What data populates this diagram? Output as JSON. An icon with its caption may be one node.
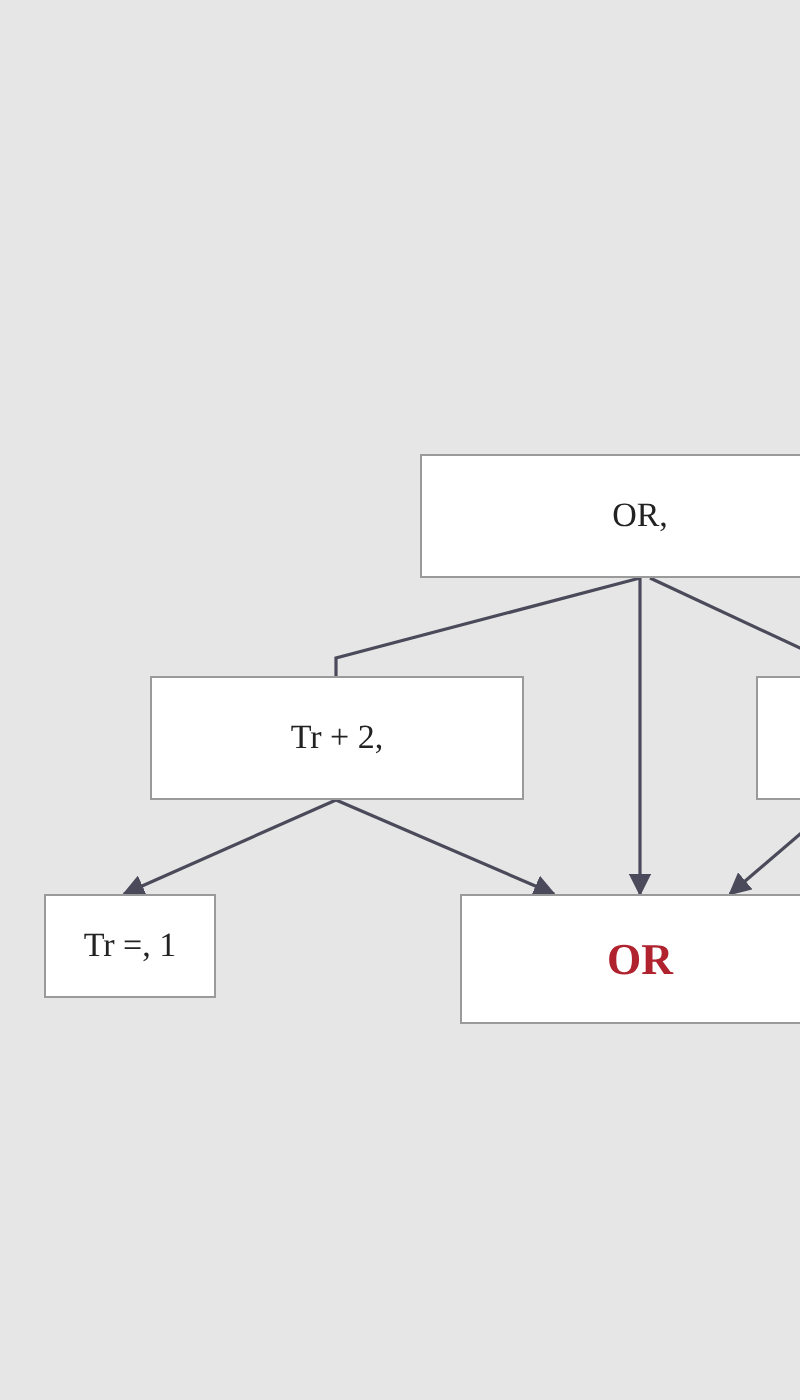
{
  "diagram": {
    "nodes": [
      {
        "text": [
          "OR,"
        ]
      },
      {
        "text": [
          "Tr + 2,"
        ]
      },
      {
        "text": [],
        "shape": "box"
      },
      {
        "text": [
          "Tr =, 1"
        ]
      },
      {
        "text": [
          "OR"
        ]
      }
    ],
    "edges": [
      {
        "from": 0,
        "to": 1,
        "arrow": "none"
      },
      {
        "from": 0,
        "to": 4,
        "arrow": "to"
      },
      {
        "from": 0,
        "to": 2,
        "arrow": "none"
      },
      {
        "from": 1,
        "to": 3,
        "arrow": "to"
      },
      {
        "from": 1,
        "to": 4,
        "arrow": "to"
      },
      {
        "from": 2,
        "to": 4,
        "arrow": "to"
      }
    ]
  }
}
